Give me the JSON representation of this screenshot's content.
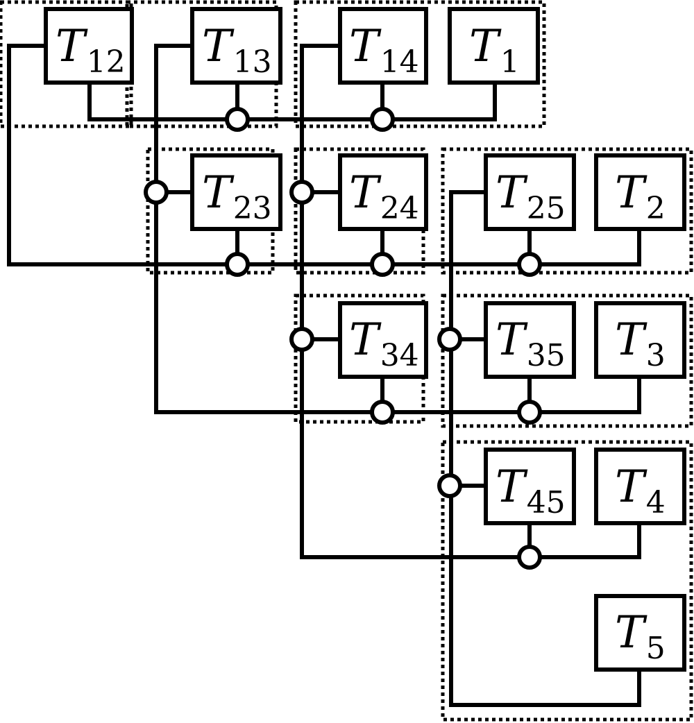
{
  "diagram": {
    "nodes": [
      {
        "id": "T12",
        "symbol": "T",
        "sub": "12"
      },
      {
        "id": "T13",
        "symbol": "T",
        "sub": "13"
      },
      {
        "id": "T14",
        "symbol": "T",
        "sub": "14"
      },
      {
        "id": "T1",
        "symbol": "T",
        "sub": "1"
      },
      {
        "id": "T23",
        "symbol": "T",
        "sub": "23"
      },
      {
        "id": "T24",
        "symbol": "T",
        "sub": "24"
      },
      {
        "id": "T25",
        "symbol": "T",
        "sub": "25"
      },
      {
        "id": "T2",
        "symbol": "T",
        "sub": "2"
      },
      {
        "id": "T34",
        "symbol": "T",
        "sub": "34"
      },
      {
        "id": "T35",
        "symbol": "T",
        "sub": "35"
      },
      {
        "id": "T3",
        "symbol": "T",
        "sub": "3"
      },
      {
        "id": "T45",
        "symbol": "T",
        "sub": "45"
      },
      {
        "id": "T4",
        "symbol": "T",
        "sub": "4"
      },
      {
        "id": "T5",
        "symbol": "T",
        "sub": "5"
      }
    ]
  }
}
